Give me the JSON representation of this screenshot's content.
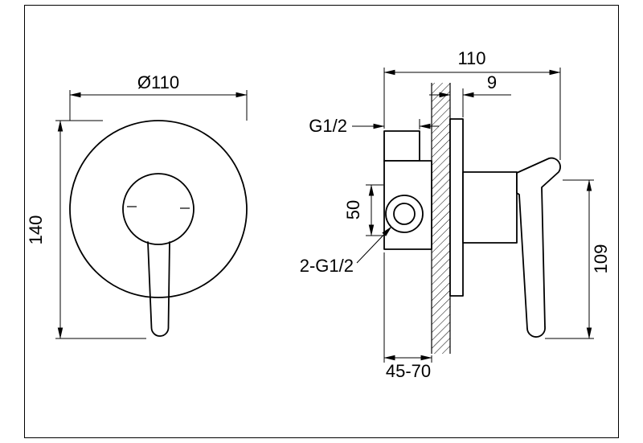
{
  "front_view": {
    "diameter": "Ø110",
    "height": "140"
  },
  "side_view": {
    "projection": "110",
    "plate_thickness": "9",
    "top_thread": "G1/2",
    "port_spacing": "50",
    "inlet_thread": "2-G1/2",
    "handle_height": "109",
    "depth_range": "45-70"
  },
  "colors": {
    "line": "#000000",
    "background": "#ffffff"
  }
}
